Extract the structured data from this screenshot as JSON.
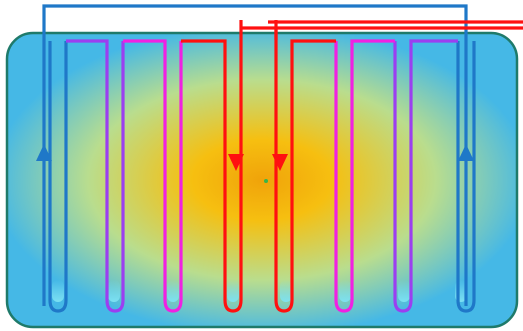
{
  "diagram": {
    "colors": {
      "background": "#ffffff",
      "tank_border": "#1f7a6a",
      "tank_edge_blue": "#45b8e6",
      "tank_mid_green": "#b9dd8e",
      "tank_center_yellow": "#f6bf10",
      "tank_hot_orange": "#f0a30a",
      "loop_blue": "#1f78c8",
      "loop_purple": "#9b3ff0",
      "loop_magenta": "#f021e2",
      "loop_red": "#ff1010",
      "tip_fill": "#7fe3f3",
      "center_dot": "#39b54a"
    },
    "loops": [
      {
        "name": "outer-left-loop",
        "color_key": "loop_blue",
        "arrow": "up"
      },
      {
        "name": "second-left-loop",
        "color_key": "loop_purple",
        "arrow": "none"
      },
      {
        "name": "third-left-loop",
        "color_key": "loop_magenta",
        "arrow": "none"
      },
      {
        "name": "inner-left-loop",
        "color_key": "loop_red",
        "arrow": "down"
      },
      {
        "name": "inner-right-loop",
        "color_key": "loop_red",
        "arrow": "down"
      },
      {
        "name": "third-right-loop",
        "color_key": "loop_magenta",
        "arrow": "none"
      },
      {
        "name": "second-right-loop",
        "color_key": "loop_purple",
        "arrow": "none"
      },
      {
        "name": "outer-right-loop",
        "color_key": "loop_blue",
        "arrow": "up"
      }
    ]
  }
}
